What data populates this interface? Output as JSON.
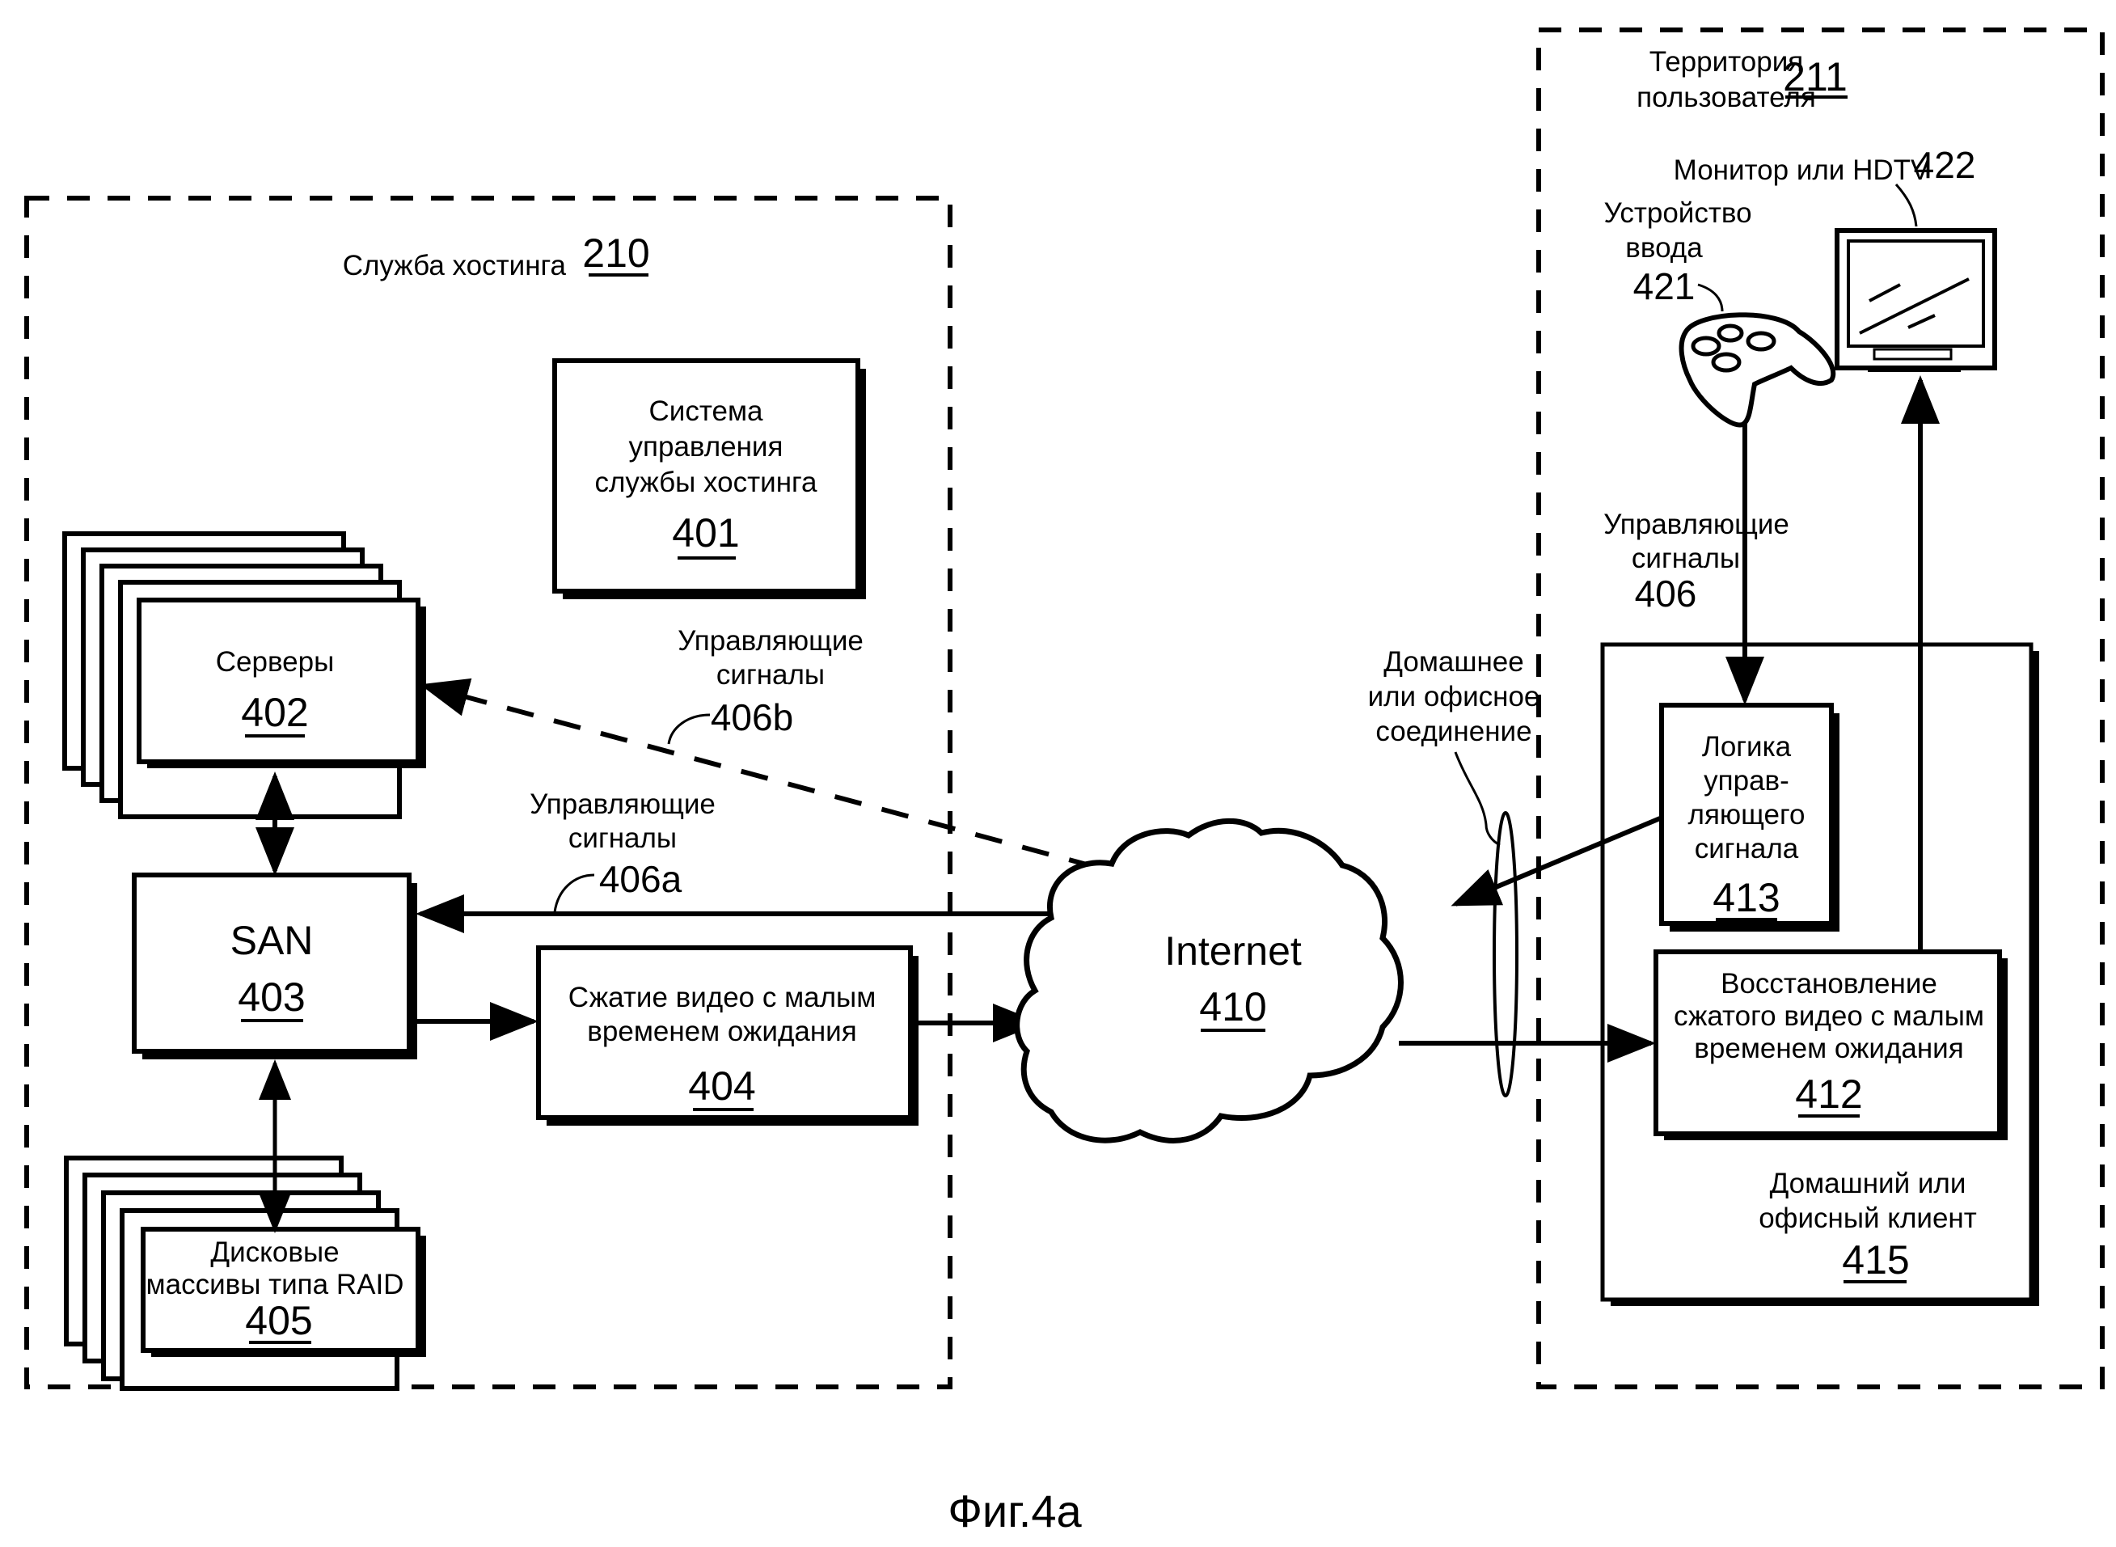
{
  "caption": "Фиг.4a",
  "hosting": {
    "label": "Служба хостинга",
    "ref": "210",
    "mgmt": {
      "lines": [
        "Система",
        "управления",
        "службы хостинга"
      ],
      "ref": "401"
    },
    "servers": {
      "label": "Серверы",
      "ref": "402"
    },
    "san": {
      "label": "SAN",
      "ref": "403"
    },
    "compress": {
      "lines": [
        "Сжатие видео с малым",
        "временем ожидания"
      ],
      "ref": "404"
    },
    "raid": {
      "lines": [
        "Дисковые",
        "массивы типа RAID"
      ],
      "ref": "405"
    },
    "ctrl_b": {
      "lines": [
        "Управляющие",
        "сигналы"
      ],
      "ref": "406b"
    },
    "ctrl_a": {
      "lines": [
        "Управляющие",
        "сигналы"
      ],
      "ref": "406a"
    }
  },
  "internet": {
    "label": "Internet",
    "ref": "410"
  },
  "connection": {
    "lines": [
      "Домашнее",
      "или офисное",
      "соединение"
    ]
  },
  "user": {
    "label_lines": [
      "Территория",
      "пользователя"
    ],
    "ref": "211",
    "monitor": {
      "label": "Монитор или HDTV",
      "ref": "422"
    },
    "input": {
      "lines": [
        "Устройство",
        "ввода"
      ],
      "ref": "421"
    },
    "ctrl": {
      "lines": [
        "Управляющие",
        "сигналы"
      ],
      "ref": "406"
    },
    "logic": {
      "lines": [
        "Логика",
        "управ-",
        "ляющего",
        "сигнала"
      ],
      "ref": "413"
    },
    "decompress": {
      "lines": [
        "Восстановление",
        "сжатого видео с малым",
        "временем ожидания"
      ],
      "ref": "412"
    },
    "client": {
      "lines": [
        "Домашний или",
        "офисный клиент"
      ],
      "ref": "415"
    }
  }
}
